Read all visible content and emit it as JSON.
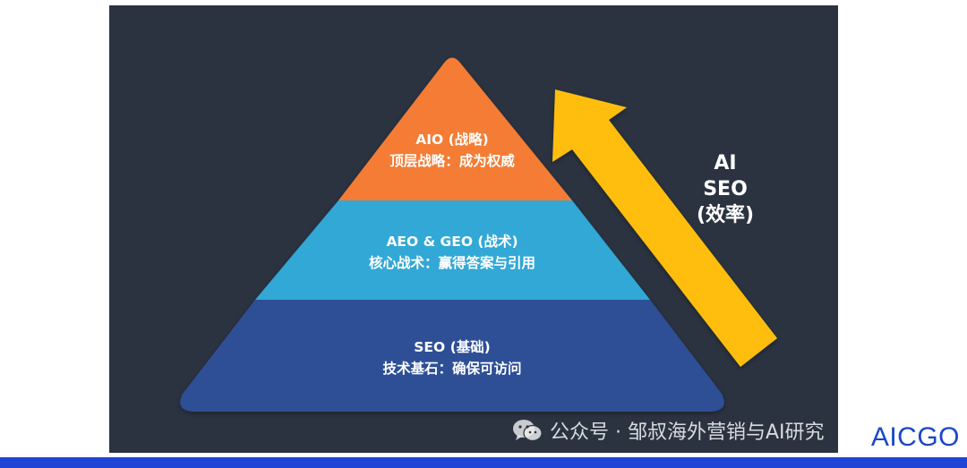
{
  "pyramid": {
    "tiers": [
      {
        "title": "AIO (战略)",
        "subtitle": "顶层战略：成为权威",
        "color": "#f47b36"
      },
      {
        "title": "AEO & GEO (战术)",
        "subtitle": "核心战术：赢得答案与引用",
        "color": "#33a8d6"
      },
      {
        "title": "SEO (基础)",
        "subtitle": "技术基石：确保可访问",
        "color": "#2f4f96"
      }
    ]
  },
  "arrow": {
    "color": "#ffbe0b",
    "lines": [
      "AI",
      "SEO",
      "(效率)"
    ]
  },
  "background_color": "#2b3341",
  "watermark": {
    "text": "公众号 · 邹叔海外营销与AI研究",
    "icon": "wechat-icon"
  },
  "brand": {
    "text": "AICGO",
    "color": "#1947c8"
  },
  "footer_bar_color": "#1f44d6"
}
